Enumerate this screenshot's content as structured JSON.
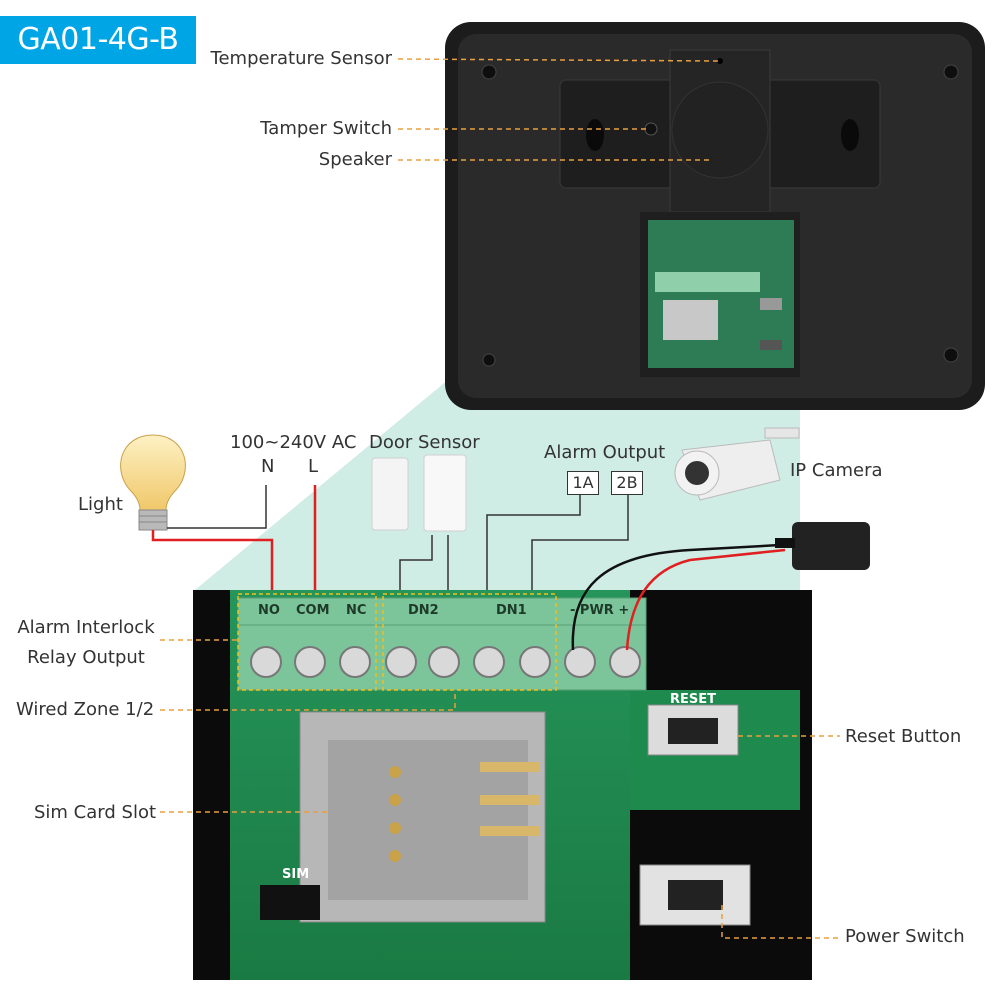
{
  "product": {
    "model": "GA01-4G-B"
  },
  "callouts": {
    "temperature_sensor": "Temperature Sensor",
    "tamper_switch": "Tamper Switch",
    "speaker": "Speaker",
    "light": "Light",
    "ac_power": "100~240V AC",
    "neutral": "N",
    "live": "L",
    "door_sensor": "Door Sensor",
    "alarm_output": "Alarm Output",
    "output_1a": "1A",
    "output_2b": "2B",
    "ip_camera": "IP Camera",
    "alarm_interlock_line1": "Alarm Interlock",
    "alarm_interlock_line2": "Relay Output",
    "wired_zone": "Wired Zone 1/2",
    "sim_card_slot": "Sim Card Slot",
    "reset_button": "Reset Button",
    "power_switch": "Power Switch"
  },
  "board": {
    "terminals": [
      "NO",
      "COM",
      "NC",
      "DN2",
      "DN1",
      "- PWR +"
    ],
    "reset_label": "RESET",
    "sim_label": "SIM"
  },
  "colors": {
    "badge": "#00a5e5",
    "pcb_green": "#1f8a4c",
    "terminal_green": "#7cc49a",
    "magnify_highlight": "#bfe6dc",
    "live_wire": "#e02020",
    "callout_line": "#e8a040"
  }
}
